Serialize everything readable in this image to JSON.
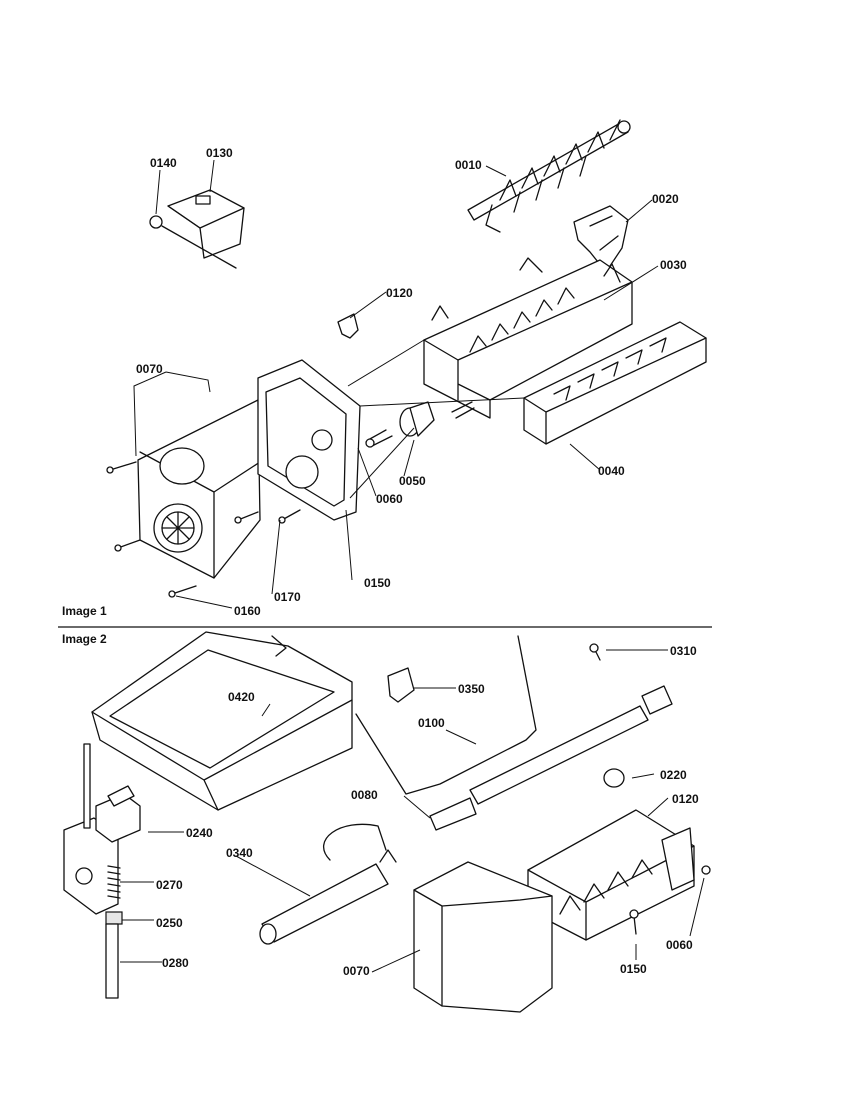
{
  "images": [
    {
      "caption": "Image 1"
    },
    {
      "caption": "Image 2"
    }
  ],
  "labels": {
    "l0010": "0010",
    "l0020": "0020",
    "l0030": "0030",
    "l0040": "0040",
    "l0050": "0050",
    "l0060": "0060",
    "l0070": "0070",
    "l0120": "0120",
    "l0130": "0130",
    "l0140": "0140",
    "l0150": "0150",
    "l0160": "0160",
    "l0170": "0170",
    "m0310": "0310",
    "m0350": "0350",
    "m0420": "0420",
    "m0100": "0100",
    "m0220": "0220",
    "m0120": "0120",
    "m0080": "0080",
    "m0240": "0240",
    "m0340": "0340",
    "m0270": "0270",
    "m0250": "0250",
    "m0280": "0280",
    "m0070": "0070",
    "m0150": "0150",
    "m0060": "0060"
  }
}
